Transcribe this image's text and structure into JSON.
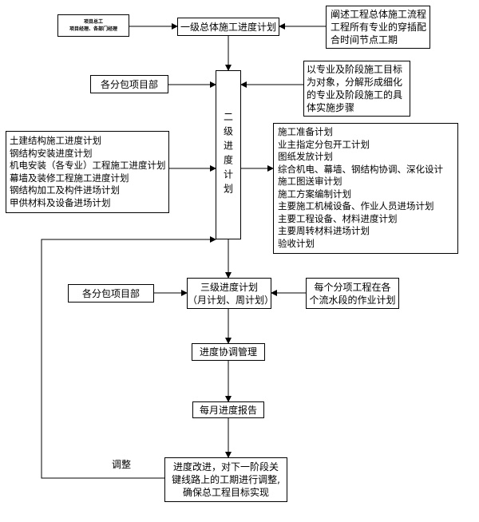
{
  "nodes": {
    "top_left_small": [
      "项目总工",
      "项目经理、各部门经理"
    ],
    "level1": "一级总体施工进度计划",
    "level1_desc": [
      "阐述工程总体施工流程",
      "工程所有专业的穿插配",
      "合时间节点工期"
    ],
    "subcontract_1": "各分包项目部",
    "level2_desc": [
      "以专业及阶段施工目标",
      "为对象，分解形成细化",
      "的专业及阶段施工的具",
      "体实施步骤"
    ],
    "level2": "二级进度计划",
    "left_list": [
      "土建结构施工进度计划",
      "钢结构安装进度计划",
      "机电安装（各专业）工程施工进度计划",
      "幕墙及装修工程施工进度计划",
      "钢结构加工及构件进场计划",
      "甲供材料及设备进场计划"
    ],
    "right_list": [
      "施工准备计划",
      "业主指定分包开工计划",
      "图纸发放计划",
      "综合机电、幕墙、钢结构协调、深化设计",
      "施工图送审计划",
      "施工方案编制计划",
      "主要施工机械设备、作业人员进场计划",
      "主要工程设备、材料进度计划",
      "主要周转材料进场计划",
      "验收计划"
    ],
    "subcontract_2": "各分包项目部",
    "level3": [
      "三级进度计划",
      "（月计划、周计划）"
    ],
    "level3_desc": [
      "每个分项工程在各",
      "个流水段的作业计划"
    ],
    "coordination": "进度协调管理",
    "monthly_report": "每月进度报告",
    "improvement": [
      "进度改进，对下一阶段关",
      "键线路上的工期进行调整,",
      "确保总工程目标实现"
    ],
    "adjust_label": "调整"
  }
}
